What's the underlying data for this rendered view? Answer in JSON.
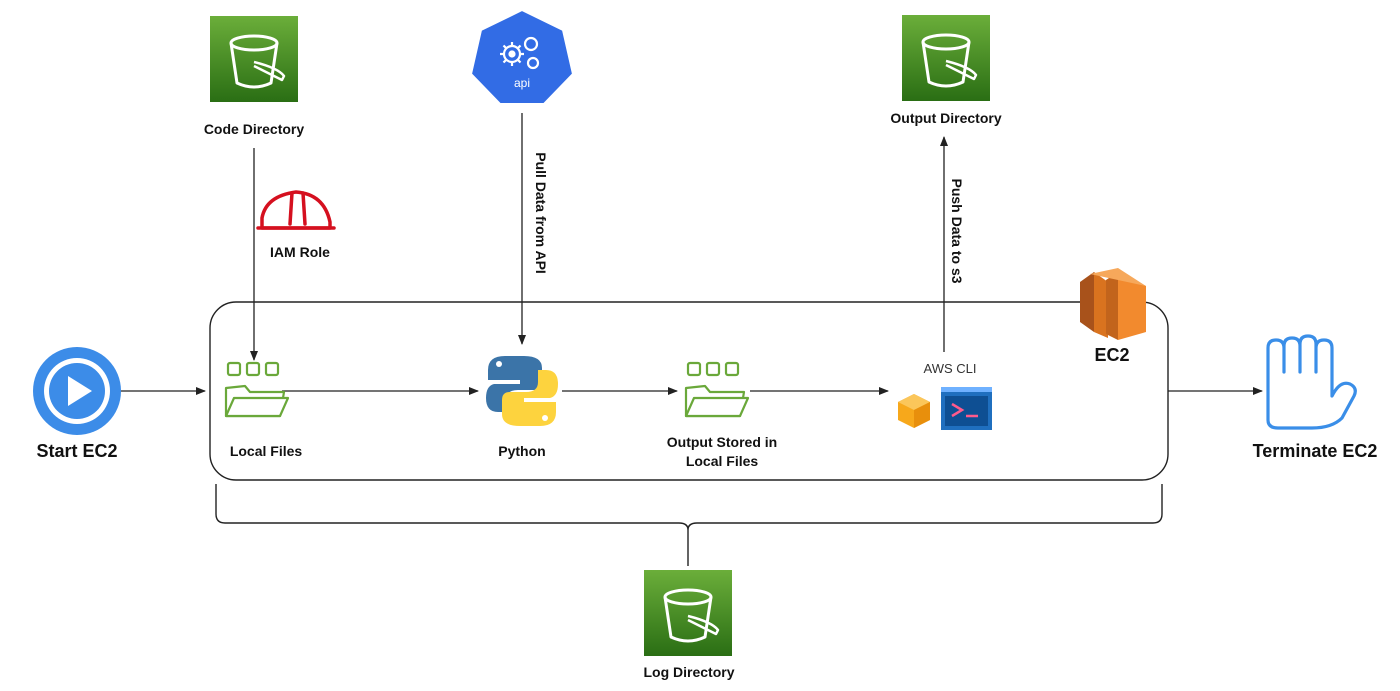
{
  "colors": {
    "s3_light": "#6bae3a",
    "s3_dark": "#2a6e14",
    "api_blue": "#326ce5",
    "iam_red": "#d5101f",
    "play_blue": "#3c8ce8",
    "ec2_orange": "#f28a2e",
    "ec2_dark": "#a8521b",
    "folder_green": "#6aa83a",
    "python_blue": "#3b74a8",
    "python_yellow": "#fdd33e",
    "cli_blue": "#1f6fbf",
    "hand_blue": "#3a8ee8",
    "line": "#222222"
  },
  "nodes": {
    "code_directory": {
      "label": "Code Directory",
      "icon": "s3-bucket-icon"
    },
    "api": {
      "icon_text": "api",
      "icon": "api-gear-icon"
    },
    "output_directory": {
      "label": "Output Directory",
      "icon": "s3-bucket-icon"
    },
    "iam_role": {
      "label": "IAM Role",
      "icon": "hard-hat-icon"
    },
    "start_ec2": {
      "label": "Start EC2",
      "icon": "play-icon"
    },
    "local_files": {
      "label": "Local Files",
      "icon": "folder-icon"
    },
    "python": {
      "label": "Python",
      "icon": "python-icon"
    },
    "output_local": {
      "label_line1": "Output Stored in",
      "label_line2": "Local Files",
      "icon": "folder-icon"
    },
    "aws_cli": {
      "label": "AWS CLI",
      "icon": "terminal-icon"
    },
    "ec2": {
      "label": "EC2",
      "icon": "ec2-icon"
    },
    "terminate_ec2": {
      "label": "Terminate EC2",
      "icon": "hand-icon"
    },
    "log_directory": {
      "label": "Log Directory",
      "icon": "s3-bucket-icon"
    }
  },
  "edges": {
    "pull_api": "Pull Data from API",
    "push_s3": "Push Data to s3"
  }
}
